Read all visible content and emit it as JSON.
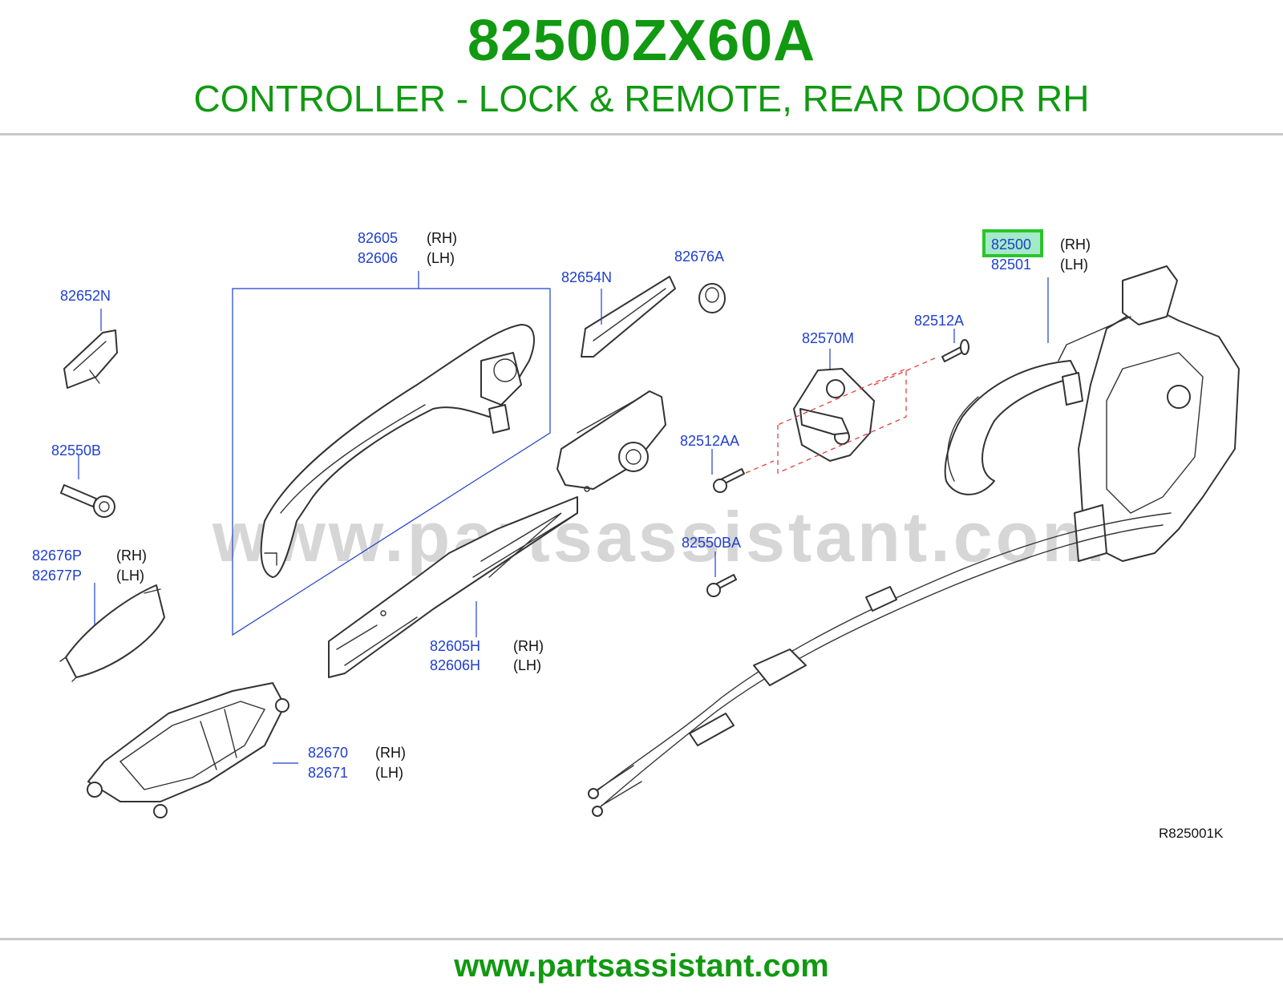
{
  "header": {
    "part_number": "82500ZX60A",
    "description": "CONTROLLER - LOCK & REMOTE, REAR DOOR RH"
  },
  "footer": {
    "url": "www.partsassistant.com"
  },
  "diagram": {
    "watermark": "www.partsassistant.com",
    "reference_code": "R825001K",
    "highlight_color": "#2bc42b",
    "label_color": "#1f3fcf",
    "title_color": "#119911",
    "labels": {
      "p82605": "82605",
      "p82606": "82606",
      "p82652N": "82652N",
      "p82654N": "82654N",
      "p82676A": "82676A",
      "p82500": "82500",
      "p82501": "82501",
      "p82570M": "82570M",
      "p82512A": "82512A",
      "p82550B": "82550B",
      "p82512AA": "82512AA",
      "p82676P": "82676P",
      "p82677P": "82677P",
      "p82550BA": "82550BA",
      "p82605H": "82605H",
      "p82606H": "82606H",
      "p82670": "82670",
      "p82671": "82671"
    },
    "side_rh": "(RH)",
    "side_lh": "(LH)"
  }
}
